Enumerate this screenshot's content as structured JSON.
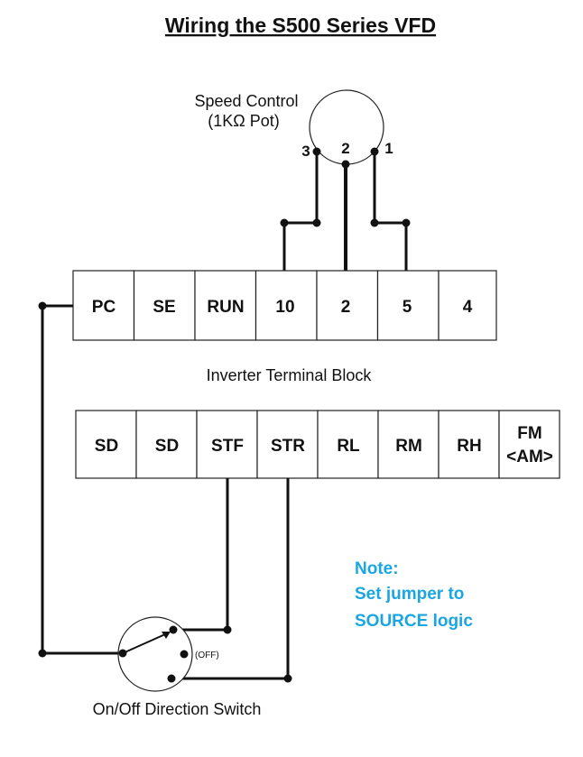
{
  "title": "Wiring the S500 Series VFD",
  "pot": {
    "label_line1": "Speed Control",
    "label_line2": "(1KΩ Pot)",
    "pin3": "3",
    "pin2": "2",
    "pin1": "1"
  },
  "terminal_block_top": {
    "terminals": [
      "PC",
      "SE",
      "RUN",
      "10",
      "2",
      "5",
      "4"
    ],
    "caption": "Inverter Terminal Block"
  },
  "terminal_block_bottom": {
    "terminals": [
      "SD",
      "SD",
      "STF",
      "STR",
      "RL",
      "RM",
      "RH"
    ],
    "fm_line1": "FM",
    "fm_line2": "<AM>"
  },
  "note": {
    "line1": "Note:",
    "line2": "Set jumper to",
    "line3": "SOURCE logic"
  },
  "switch": {
    "off_label": "(OFF)",
    "caption": "On/Off Direction Switch"
  }
}
